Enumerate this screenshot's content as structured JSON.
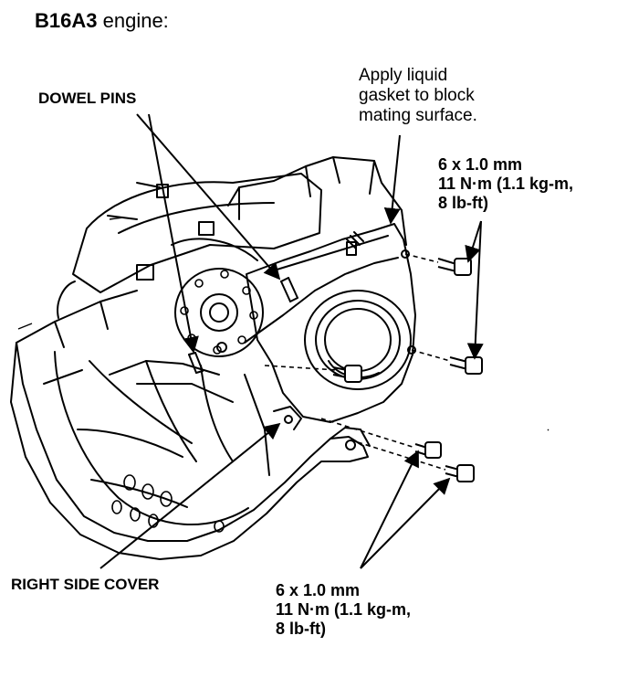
{
  "title": {
    "model": "B16A3",
    "suffix": "engine:"
  },
  "labels": {
    "dowel_pins": "DOWEL PINS",
    "gasket_note": [
      "Apply liquid",
      "gasket to block",
      "mating surface."
    ],
    "right_side_cover": "RIGHT SIDE COVER"
  },
  "specs": [
    {
      "lines": [
        "6 x 1.0 mm",
        "11 N·m (1.1 kg-m,",
        "8 lb-ft)"
      ]
    },
    {
      "lines": [
        "6 x 1.0 mm",
        "11 N·m (1.1 kg-m,",
        "8 lb-ft)"
      ]
    }
  ]
}
